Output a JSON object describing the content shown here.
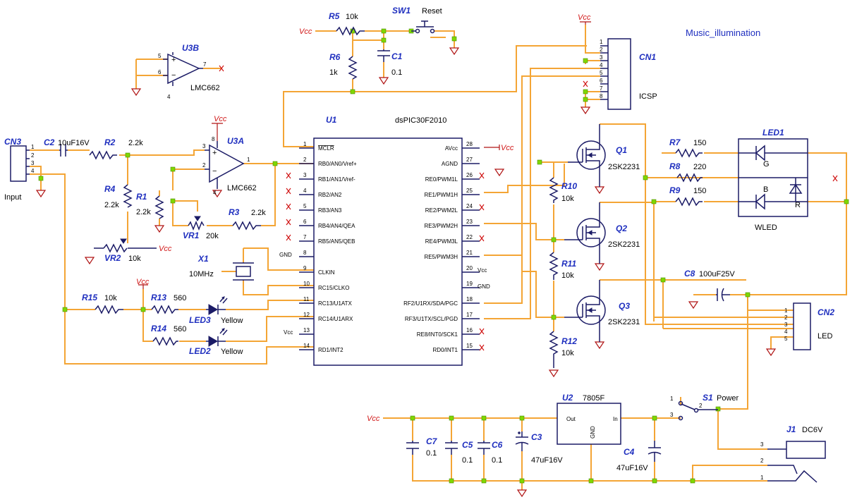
{
  "title": "Music_illumination",
  "nets": {
    "vcc": "Vcc",
    "gnd": "GND"
  },
  "u1": {
    "ref": "U1",
    "value": "dsPIC30F2010",
    "left_pins": [
      {
        "num": "1",
        "name": "MCLR"
      },
      {
        "num": "2",
        "name": "RB0/AN0/Vref+"
      },
      {
        "num": "3",
        "name": "RB1/AN1/Vref-"
      },
      {
        "num": "4",
        "name": "RB2/AN2"
      },
      {
        "num": "5",
        "name": "RB3/AN3"
      },
      {
        "num": "6",
        "name": "RB4/AN4/QEA"
      },
      {
        "num": "7",
        "name": "RB5/AN5/QEB"
      },
      {
        "num": "8",
        "name": ""
      },
      {
        "num": "9",
        "name": "CLKIN"
      },
      {
        "num": "10",
        "name": "RC15/CLKO"
      },
      {
        "num": "11",
        "name": "RC13/U1ATX"
      },
      {
        "num": "12",
        "name": "RC14/U1ARX"
      },
      {
        "num": "13",
        "name": ""
      },
      {
        "num": "14",
        "name": "RD1/INT2"
      }
    ],
    "right_pins": [
      {
        "num": "28",
        "name": "AVcc"
      },
      {
        "num": "27",
        "name": "AGND"
      },
      {
        "num": "26",
        "name": "RE0/PWM1L"
      },
      {
        "num": "25",
        "name": "RE1/PWM1H"
      },
      {
        "num": "24",
        "name": "RE2/PWM2L"
      },
      {
        "num": "23",
        "name": "RE3/PWM2H"
      },
      {
        "num": "22",
        "name": "RE4/PWM3L"
      },
      {
        "num": "21",
        "name": "RE5/PWM3H"
      },
      {
        "num": "20",
        "name": ""
      },
      {
        "num": "19",
        "name": ""
      },
      {
        "num": "18",
        "name": "RF2/U1RX/SDA/PGC"
      },
      {
        "num": "17",
        "name": "RF3/U1TX/SCL/PGD"
      },
      {
        "num": "16",
        "name": "RE8/INT0/SCK1"
      },
      {
        "num": "15",
        "name": "RD0/INT1"
      }
    ]
  },
  "components": {
    "r5": {
      "ref": "R5",
      "value": "10k"
    },
    "r6": {
      "ref": "R6",
      "value": "1k"
    },
    "c1": {
      "ref": "C1",
      "value": "0.1"
    },
    "sw1": {
      "ref": "SW1",
      "value": "Reset"
    },
    "u3b": {
      "ref": "U3B",
      "value": "LMC662"
    },
    "u3a": {
      "ref": "U3A",
      "value": "LMC662"
    },
    "cn3": {
      "ref": "CN3",
      "value": "Input"
    },
    "c2": {
      "ref": "C2",
      "value": "10uF16V"
    },
    "r2": {
      "ref": "R2",
      "value": "2.2k"
    },
    "r4": {
      "ref": "R4",
      "value": "2.2k"
    },
    "r1": {
      "ref": "R1",
      "value": "2.2k"
    },
    "r3": {
      "ref": "R3",
      "value": "2.2k"
    },
    "vr1": {
      "ref": "VR1",
      "value": "20k"
    },
    "vr2": {
      "ref": "VR2",
      "value": "10k"
    },
    "x1": {
      "ref": "X1",
      "value": "10MHz"
    },
    "r15": {
      "ref": "R15",
      "value": "10k"
    },
    "r13": {
      "ref": "R13",
      "value": "560"
    },
    "r14": {
      "ref": "R14",
      "value": "560"
    },
    "led3": {
      "ref": "LED3",
      "value": "Yellow"
    },
    "led2": {
      "ref": "LED2",
      "value": "Yellow"
    },
    "cn1": {
      "ref": "CN1",
      "value": "ICSP"
    },
    "q1": {
      "ref": "Q1",
      "value": "2SK2231"
    },
    "q2": {
      "ref": "Q2",
      "value": "2SK2231"
    },
    "q3": {
      "ref": "Q3",
      "value": "2SK2231"
    },
    "r10": {
      "ref": "R10",
      "value": "10k"
    },
    "r11": {
      "ref": "R11",
      "value": "10k"
    },
    "r12": {
      "ref": "R12",
      "value": "10k"
    },
    "r7": {
      "ref": "R7",
      "value": "150"
    },
    "r8": {
      "ref": "R8",
      "value": "220"
    },
    "r9": {
      "ref": "R9",
      "value": "150"
    },
    "led1": {
      "ref": "LED1",
      "value": "WLED",
      "g": "G",
      "b": "B",
      "r": "R"
    },
    "c8": {
      "ref": "C8",
      "value": "100uF25V"
    },
    "cn2": {
      "ref": "CN2",
      "value": "LED"
    },
    "u2": {
      "ref": "U2",
      "value": "7805F",
      "out": "Out",
      "in": "In",
      "gnd": "GND"
    },
    "s1": {
      "ref": "S1",
      "value": "Power"
    },
    "j1": {
      "ref": "J1",
      "value": "DC6V"
    },
    "c7": {
      "ref": "C7",
      "value": "0.1"
    },
    "c5": {
      "ref": "C5",
      "value": "0.1"
    },
    "c6": {
      "ref": "C6",
      "value": "0.1"
    },
    "c3": {
      "ref": "C3",
      "value": "47uF16V"
    },
    "c4": {
      "ref": "C4",
      "value": "47uF16V"
    }
  },
  "pin_numbers": {
    "one": "1",
    "two": "2",
    "three": "3",
    "four": "4",
    "five": "5",
    "six": "6",
    "seven": "7",
    "eight": "8"
  }
}
